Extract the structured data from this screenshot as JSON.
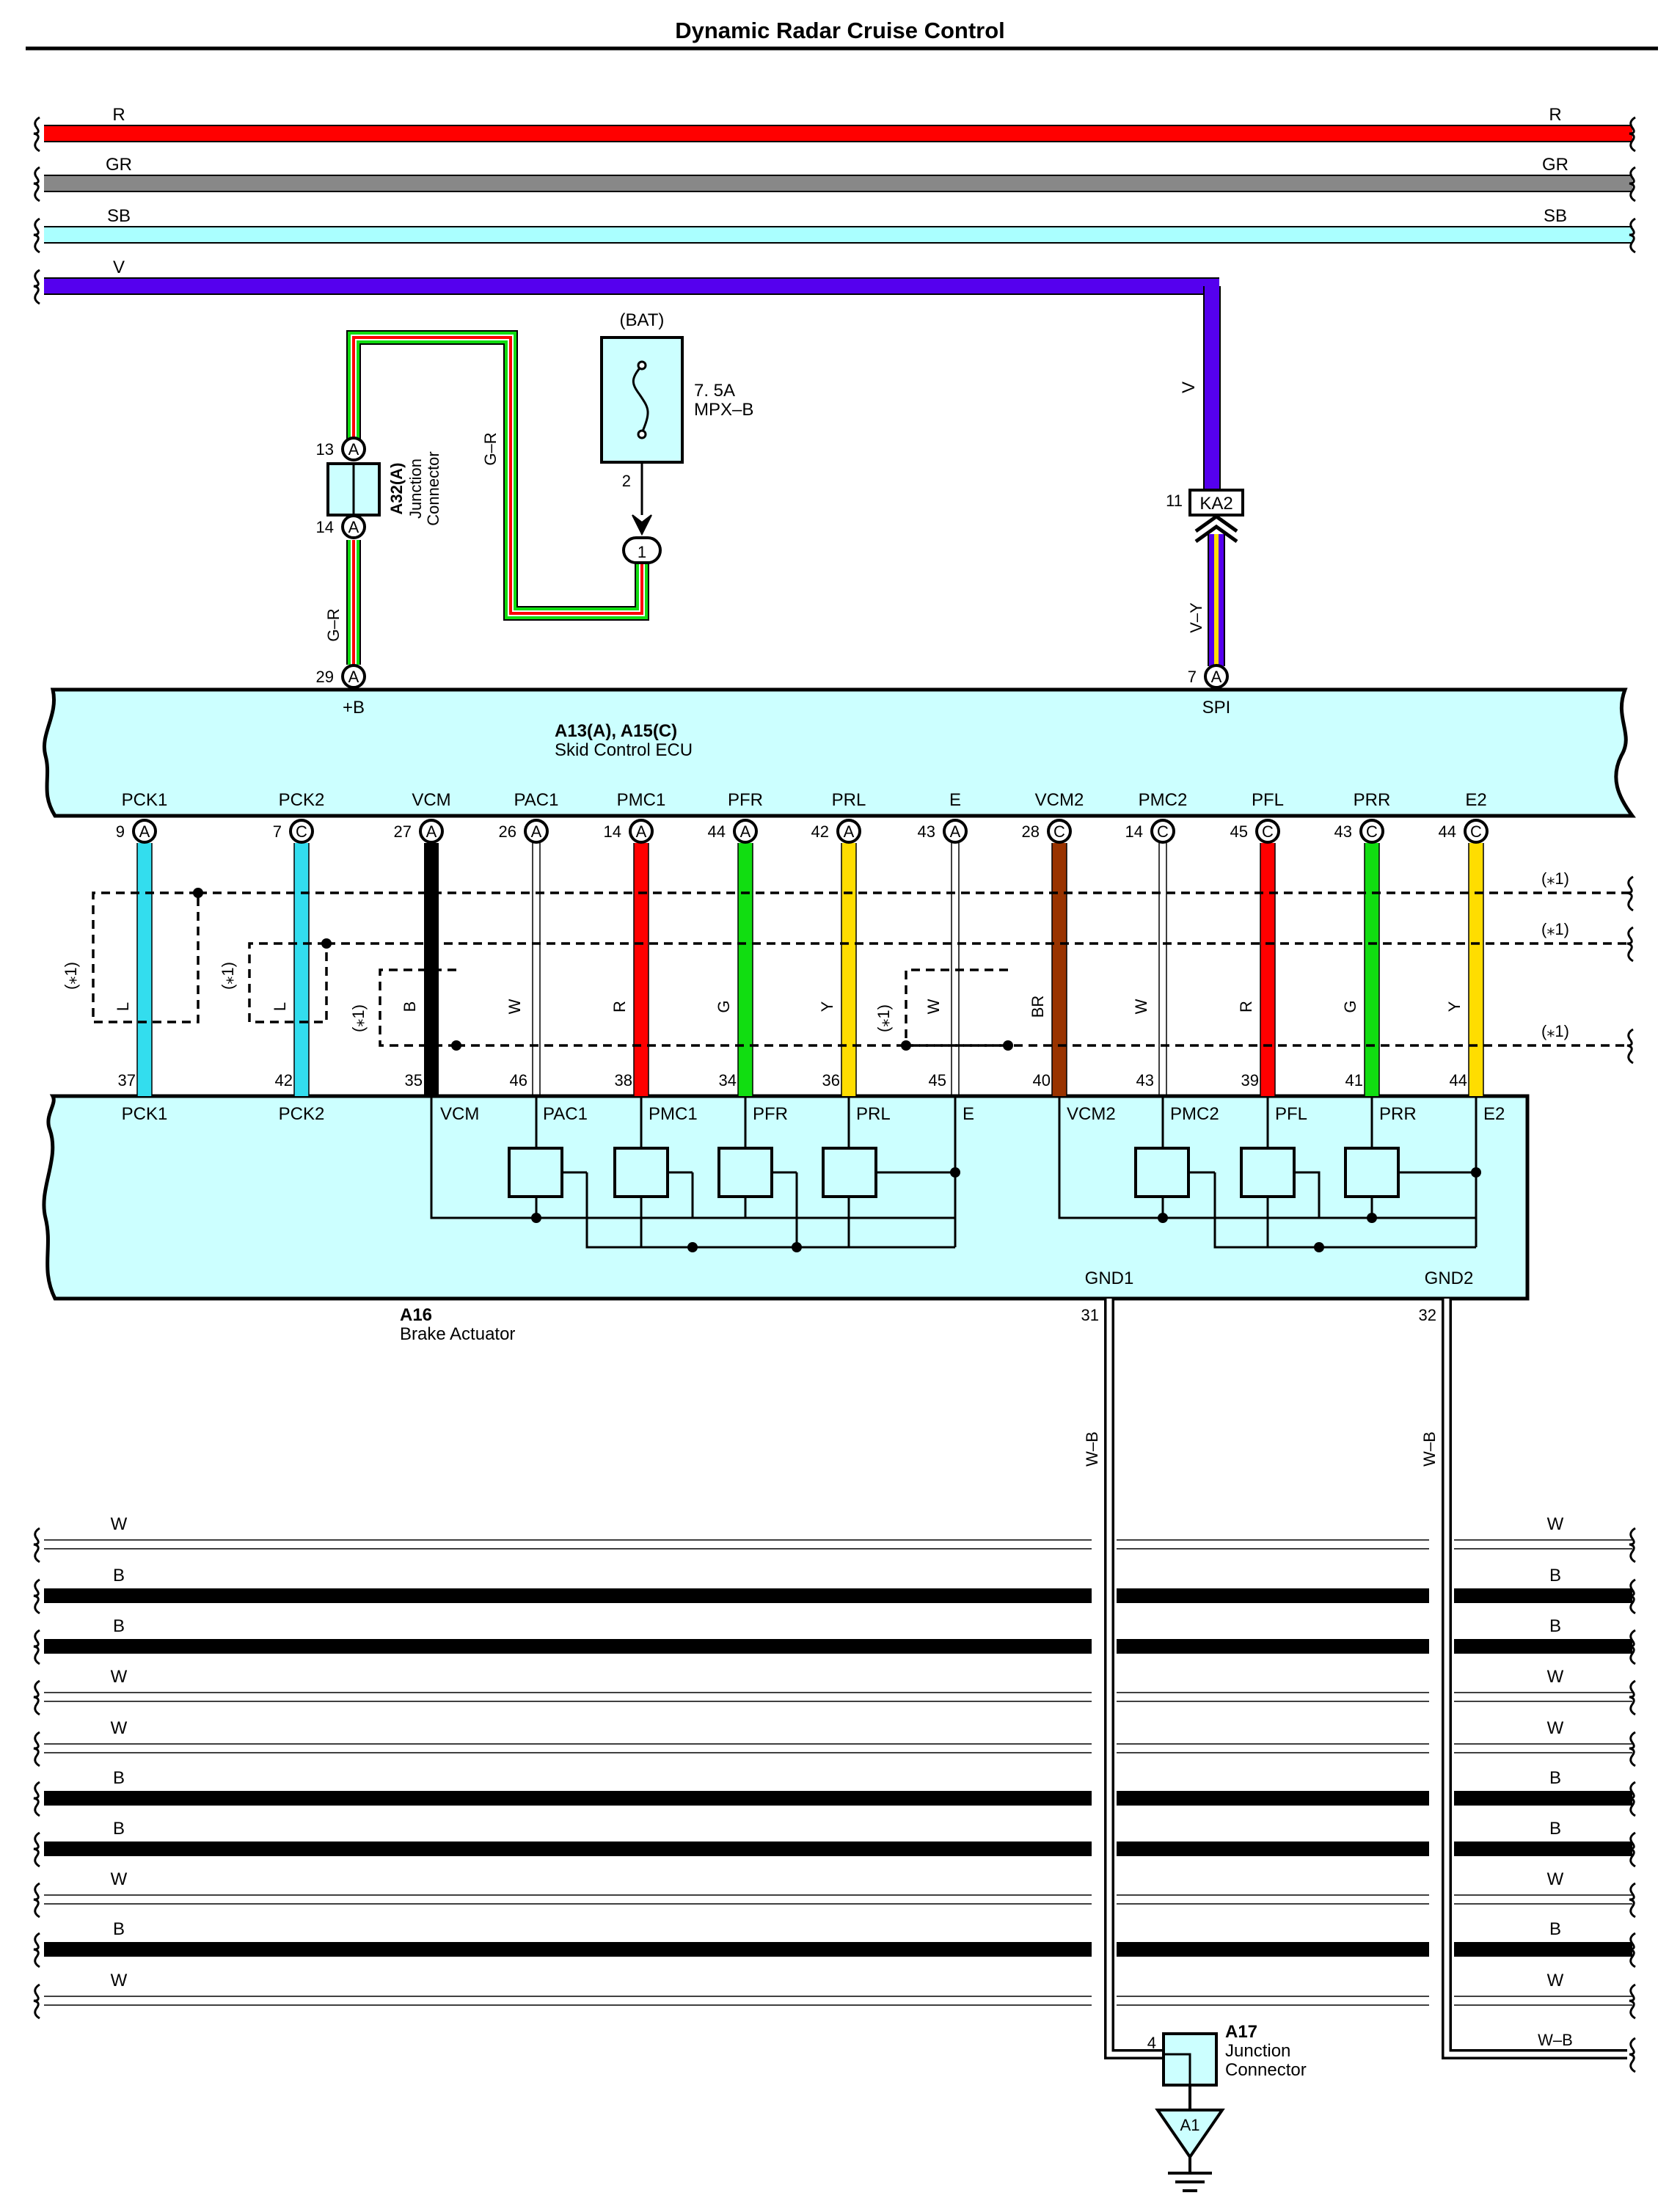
{
  "title": "Dynamic Radar Cruise Control",
  "colors": {
    "R": "#ff0000",
    "GR": "#888888",
    "SB": "#aaffff",
    "V": "#5500ee",
    "L": "#33ddee",
    "B": "#000000",
    "W": "#ffffff",
    "G": "#11dd11",
    "Y": "#ffdd00",
    "BR": "#993300",
    "component_fill": "#ccffff"
  },
  "top_buses": [
    {
      "label": "R",
      "color": "R"
    },
    {
      "label": "GR",
      "color": "GR"
    },
    {
      "label": "SB",
      "color": "SB"
    },
    {
      "label": "V",
      "color": "V"
    }
  ],
  "bat": {
    "label": "(BAT)",
    "fuse_rating": "7. 5A",
    "fuse_name": "MPX–B",
    "pin": "2",
    "connector_pin": "1"
  },
  "junction_a32": {
    "code": "A32(A)",
    "name_line1": "Junction",
    "name_line2": "Connector",
    "pin_top": "13",
    "pin_bottom": "14",
    "letter": "A",
    "wire_label": "G–R"
  },
  "ka2": {
    "code": "KA2",
    "pin": "11",
    "wire_top": "V",
    "wire_bottom": "V–Y"
  },
  "ecu": {
    "code": "A13(A), A15(C)",
    "name": "Skid Control ECU",
    "plus_b": {
      "label": "+B",
      "pin": "29",
      "letter": "A",
      "wire": "G–R"
    },
    "spi": {
      "label": "SPI",
      "pin": "7",
      "letter": "A"
    },
    "terminals": [
      {
        "name": "PCK1",
        "pin": "9",
        "letter": "A",
        "wire": "L",
        "act_pin": "37"
      },
      {
        "name": "PCK2",
        "pin": "7",
        "letter": "C",
        "wire": "L",
        "act_pin": "42"
      },
      {
        "name": "VCM",
        "pin": "27",
        "letter": "A",
        "wire": "B",
        "act_pin": "35"
      },
      {
        "name": "PAC1",
        "pin": "26",
        "letter": "A",
        "wire": "W",
        "act_pin": "46"
      },
      {
        "name": "PMC1",
        "pin": "14",
        "letter": "A",
        "wire": "R",
        "act_pin": "38"
      },
      {
        "name": "PFR",
        "pin": "44",
        "letter": "A",
        "wire": "G",
        "act_pin": "34"
      },
      {
        "name": "PRL",
        "pin": "42",
        "letter": "A",
        "wire": "Y",
        "act_pin": "36"
      },
      {
        "name": "E",
        "pin": "43",
        "letter": "A",
        "wire": "W",
        "act_pin": "45"
      },
      {
        "name": "VCM2",
        "pin": "28",
        "letter": "C",
        "wire": "BR",
        "act_pin": "40"
      },
      {
        "name": "PMC2",
        "pin": "14",
        "letter": "C",
        "wire": "W",
        "act_pin": "43"
      },
      {
        "name": "PFL",
        "pin": "45",
        "letter": "C",
        "wire": "R",
        "act_pin": "39"
      },
      {
        "name": "PRR",
        "pin": "43",
        "letter": "C",
        "wire": "G",
        "act_pin": "41"
      },
      {
        "name": "E2",
        "pin": "44",
        "letter": "C",
        "wire": "Y",
        "act_pin": "44"
      }
    ]
  },
  "shield_note": "(⁎1)",
  "actuator": {
    "code": "A16",
    "name": "Brake Actuator",
    "labels": [
      "PCK1",
      "PCK2",
      "VCM",
      "PAC1",
      "PMC1",
      "PFR",
      "PRL",
      "E",
      "VCM2",
      "PMC2",
      "PFL",
      "PRR",
      "E2"
    ],
    "gnd1": {
      "label": "GND1",
      "pin": "31",
      "wire": "W–B"
    },
    "gnd2": {
      "label": "GND2",
      "pin": "32",
      "wire": "W–B"
    }
  },
  "bottom_buses": [
    {
      "label": "W",
      "color": "W"
    },
    {
      "label": "B",
      "color": "B"
    },
    {
      "label": "B",
      "color": "B"
    },
    {
      "label": "W",
      "color": "W"
    },
    {
      "label": "W",
      "color": "W"
    },
    {
      "label": "B",
      "color": "B"
    },
    {
      "label": "B",
      "color": "B"
    },
    {
      "label": "W",
      "color": "W"
    },
    {
      "label": "B",
      "color": "B"
    },
    {
      "label": "W",
      "color": "W"
    }
  ],
  "junction_a17": {
    "code": "A17",
    "name_line1": "Junction",
    "name_line2": "Connector",
    "pin": "4",
    "right_wire": "W–B"
  },
  "ground": {
    "code": "A1"
  }
}
